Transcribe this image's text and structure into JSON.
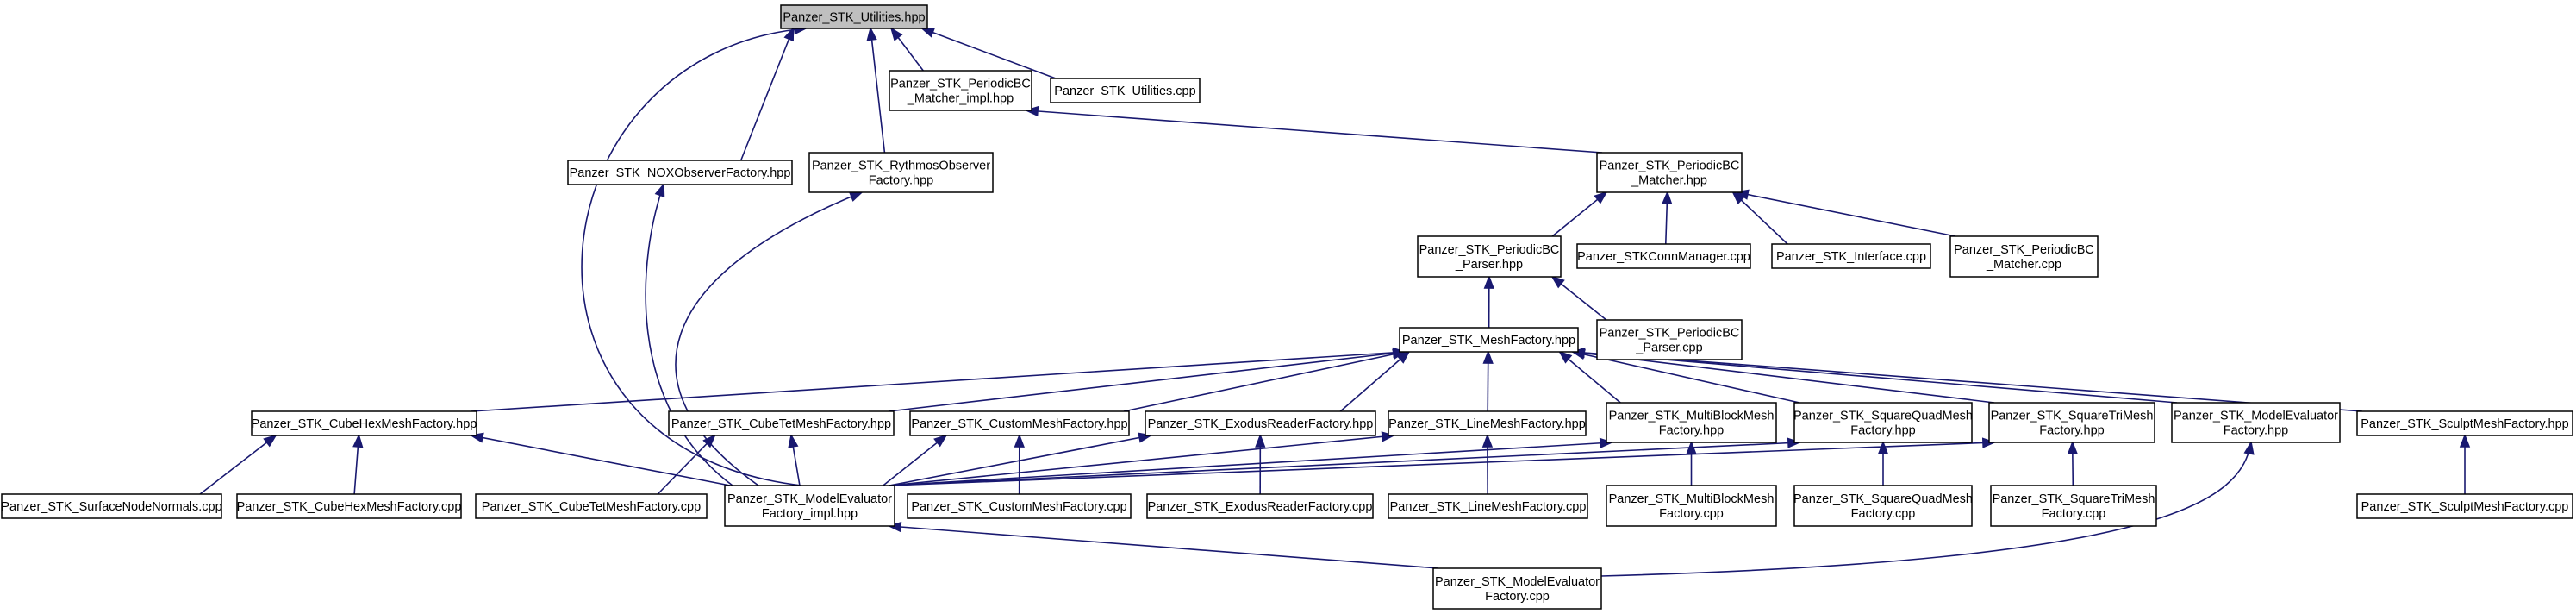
{
  "graph": {
    "title": "",
    "colors": {
      "edge": "#191970",
      "root_fill": "#bfbfbf",
      "node_fill": "#ffffff",
      "node_stroke": "#000000"
    },
    "nodes": {
      "utilities_hpp": {
        "lines": [
          "Panzer_STK_Utilities.hpp"
        ],
        "root": true
      },
      "periodicbc_matcher_impl_hpp": {
        "lines": [
          "Panzer_STK_PeriodicBC",
          "_Matcher_impl.hpp"
        ]
      },
      "utilities_cpp": {
        "lines": [
          "Panzer_STK_Utilities.cpp"
        ]
      },
      "nox_observer_factory_hpp": {
        "lines": [
          "Panzer_STK_NOXObserverFactory.hpp"
        ]
      },
      "rythmos_observer_factory_hpp": {
        "lines": [
          "Panzer_STK_RythmosObserver",
          "Factory.hpp"
        ]
      },
      "periodicbc_matcher_hpp": {
        "lines": [
          "Panzer_STK_PeriodicBC",
          "_Matcher.hpp"
        ]
      },
      "periodicbc_parser_hpp": {
        "lines": [
          "Panzer_STK_PeriodicBC",
          "_Parser.hpp"
        ]
      },
      "stkconnmanager_cpp": {
        "lines": [
          "Panzer_STKConnManager.cpp"
        ]
      },
      "interface_cpp": {
        "lines": [
          "Panzer_STK_Interface.cpp"
        ]
      },
      "periodicbc_matcher_cpp": {
        "lines": [
          "Panzer_STK_PeriodicBC",
          "_Matcher.cpp"
        ]
      },
      "mesh_factory_hpp": {
        "lines": [
          "Panzer_STK_MeshFactory.hpp"
        ]
      },
      "periodicbc_parser_cpp": {
        "lines": [
          "Panzer_STK_PeriodicBC",
          "_Parser.cpp"
        ]
      },
      "cubehex_mesh_factory_hpp": {
        "lines": [
          "Panzer_STK_CubeHexMeshFactory.hpp"
        ]
      },
      "cubetet_mesh_factory_hpp": {
        "lines": [
          "Panzer_STK_CubeTetMeshFactory.hpp"
        ]
      },
      "custom_mesh_factory_hpp": {
        "lines": [
          "Panzer_STK_CustomMeshFactory.hpp"
        ]
      },
      "exodus_reader_factory_hpp": {
        "lines": [
          "Panzer_STK_ExodusReaderFactory.hpp"
        ]
      },
      "line_mesh_factory_hpp": {
        "lines": [
          "Panzer_STK_LineMeshFactory.hpp"
        ]
      },
      "multiblock_mesh_factory_hpp": {
        "lines": [
          "Panzer_STK_MultiBlockMesh",
          "Factory.hpp"
        ]
      },
      "squarequad_mesh_factory_hpp": {
        "lines": [
          "Panzer_STK_SquareQuadMesh",
          "Factory.hpp"
        ]
      },
      "squaretri_mesh_factory_hpp": {
        "lines": [
          "Panzer_STK_SquareTriMesh",
          "Factory.hpp"
        ]
      },
      "model_evaluator_factory_hpp": {
        "lines": [
          "Panzer_STK_ModelEvaluator",
          "Factory.hpp"
        ]
      },
      "sculpt_mesh_factory_hpp": {
        "lines": [
          "Panzer_STK_SculptMeshFactory.hpp"
        ]
      },
      "surface_node_normals_cpp": {
        "lines": [
          "Panzer_STK_SurfaceNodeNormals.cpp"
        ]
      },
      "cubehex_mesh_factory_cpp": {
        "lines": [
          "Panzer_STK_CubeHexMeshFactory.cpp"
        ]
      },
      "cubetet_mesh_factory_cpp": {
        "lines": [
          "Panzer_STK_CubeTetMeshFactory.cpp"
        ]
      },
      "model_evaluator_factory_impl_hpp": {
        "lines": [
          "Panzer_STK_ModelEvaluator",
          "Factory_impl.hpp"
        ]
      },
      "custom_mesh_factory_cpp": {
        "lines": [
          "Panzer_STK_CustomMeshFactory.cpp"
        ]
      },
      "exodus_reader_factory_cpp": {
        "lines": [
          "Panzer_STK_ExodusReaderFactory.cpp"
        ]
      },
      "line_mesh_factory_cpp": {
        "lines": [
          "Panzer_STK_LineMeshFactory.cpp"
        ]
      },
      "multiblock_mesh_factory_cpp": {
        "lines": [
          "Panzer_STK_MultiBlockMesh",
          "Factory.cpp"
        ]
      },
      "squarequad_mesh_factory_cpp": {
        "lines": [
          "Panzer_STK_SquareQuadMesh",
          "Factory.cpp"
        ]
      },
      "squaretri_mesh_factory_cpp": {
        "lines": [
          "Panzer_STK_SquareTriMesh",
          "Factory.cpp"
        ]
      },
      "sculpt_mesh_factory_cpp": {
        "lines": [
          "Panzer_STK_SculptMeshFactory.cpp"
        ]
      },
      "model_evaluator_factory_cpp": {
        "lines": [
          "Panzer_STK_ModelEvaluator",
          "Factory.cpp"
        ]
      }
    }
  }
}
